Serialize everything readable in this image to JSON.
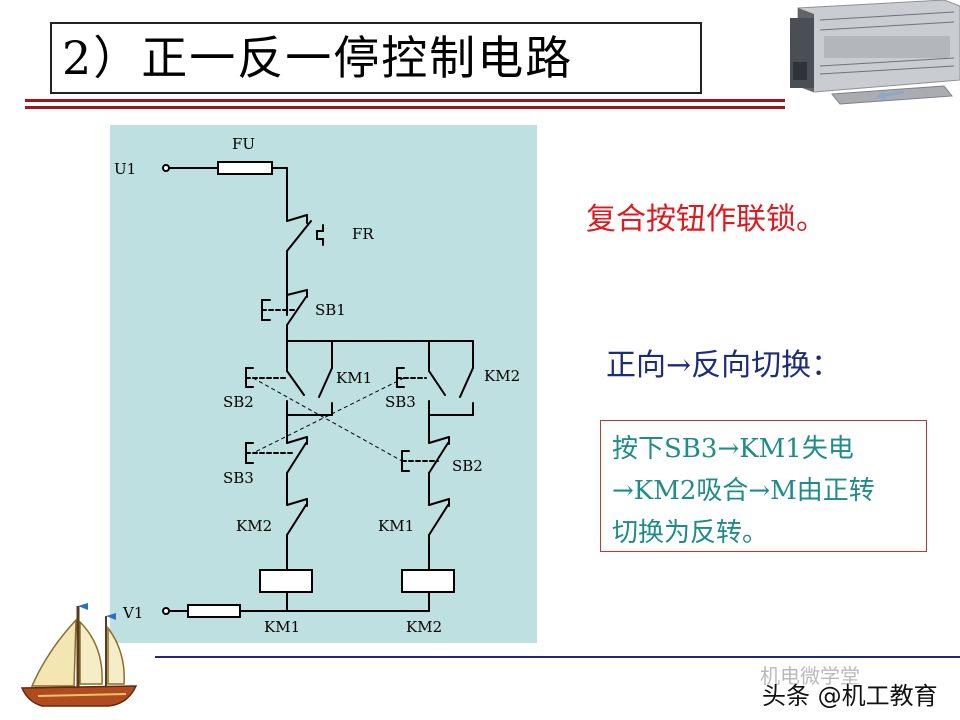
{
  "title": "2）正一反一停控制电路",
  "diagram": {
    "labels": {
      "u1": "U1",
      "v1": "V1",
      "fu": "FU",
      "fr": "FR",
      "sb1": "SB1",
      "sb2_left": "SB2",
      "km1_aux": "KM1",
      "sb3_upper": "SB3",
      "km2_aux": "KM2",
      "sb3_lower": "SB3",
      "sb2_lower": "SB2",
      "km2_nc": "KM2",
      "km1_nc": "KM1",
      "km1_coil": "KM1",
      "km2_coil": "KM2"
    }
  },
  "notes": {
    "interlock": "复合按钮作联锁。",
    "switch_heading": "正向→反向切换：",
    "box_lines": [
      "按下SB3→KM1失电",
      "→KM2吸合→M由正转",
      "切换为反转。"
    ]
  },
  "watermark": {
    "faint": "机电微学堂",
    "main": "头条 @机工教育"
  },
  "colors": {
    "title_rule": "#a5141b",
    "diagram_bg": "#bfe0e1",
    "interlock_text": "#e0191e",
    "heading_text": "#1d2c78",
    "box_text": "#1f8b8b",
    "box_border": "#c0392b"
  }
}
